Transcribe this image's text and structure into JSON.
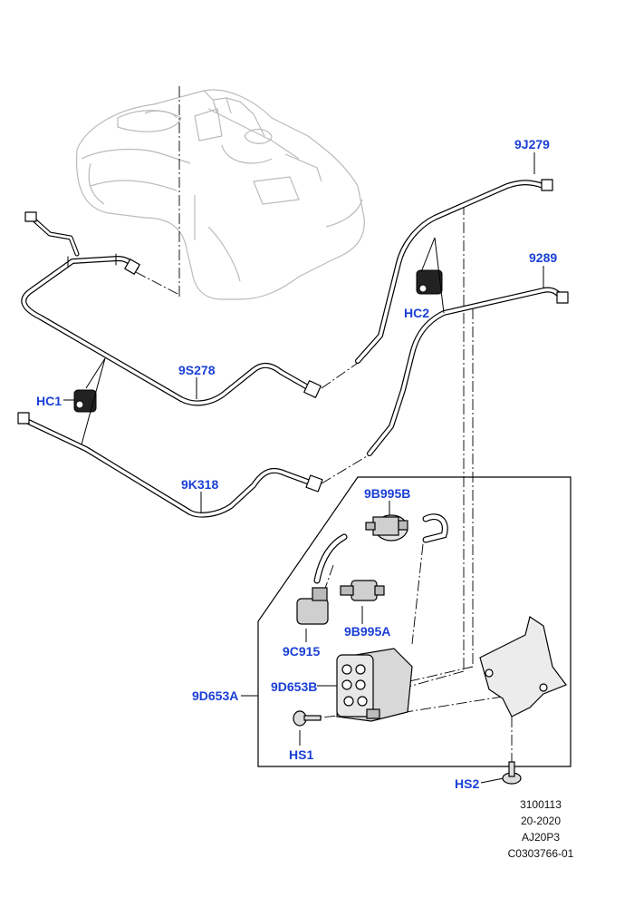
{
  "labels": {
    "p_9J279": "9J279",
    "p_9289": "9289",
    "p_HC2": "HC2",
    "p_9S278": "9S278",
    "p_HC1": "HC1",
    "p_9K318": "9K318",
    "p_9B995B": "9B995B",
    "p_9B995A": "9B995A",
    "p_9C915": "9C915",
    "p_9D653A": "9D653A",
    "p_9D653B": "9D653B",
    "p_HS1": "HS1",
    "p_HS2": "HS2"
  },
  "reference": {
    "line1": "3100113",
    "line2": "20-2020",
    "line3": "AJ20P3",
    "line4": "C0303766-01"
  },
  "colors": {
    "label": "#1a3fd6",
    "line": "#000000",
    "ghost": "#b8b8b8"
  }
}
